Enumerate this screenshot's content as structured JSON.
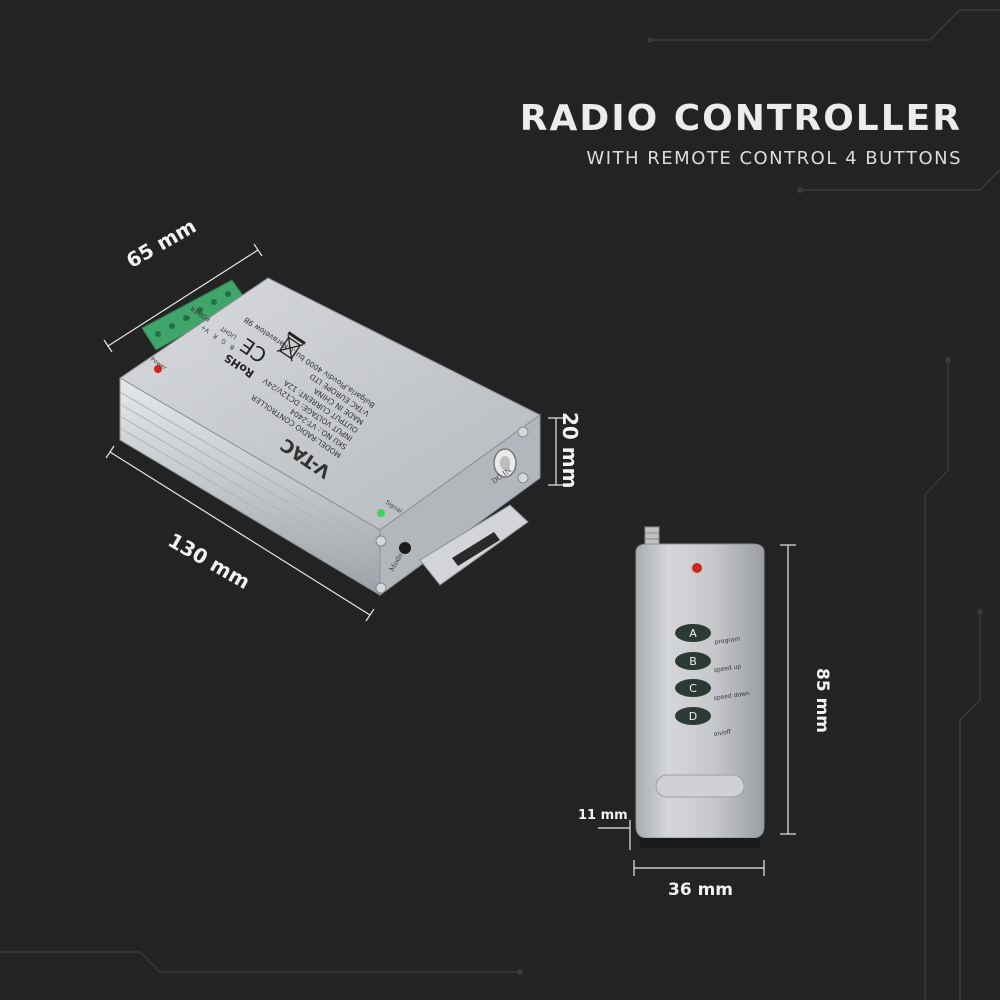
{
  "header": {
    "title": "RADIO CONTROLLER",
    "subtitle": "WITH REMOTE CONTROL 4 BUTTONS"
  },
  "controller": {
    "dimensions": {
      "width": "65 mm",
      "length": "130 mm",
      "height": "20 mm"
    },
    "brand": "V-TAC",
    "label_lines": [
      "MODEL:RADIO CONTROLLER",
      "SKU NO.: VT-2404",
      "INPUT VOLTAGE: DC12V/24V",
      "OUTPUT CURRENT: 12A",
      "MADE IN CHINA",
      "V-TAC EUROPE LTD",
      "Bulgaria,Plovdiv 4000 bul.L.Karavelow 9B"
    ],
    "cert_marks": [
      "RoHS",
      "CE"
    ],
    "terminal_labels": [
      "B",
      "G",
      "R",
      "V+",
      "-",
      "+"
    ],
    "terminal_group_labels": [
      "LIGHT",
      "POWER"
    ],
    "port_label": "DC IN",
    "mode_label": "Mode",
    "signal_label": "Signal",
    "power_label": "Power"
  },
  "remote": {
    "dimensions": {
      "height": "85 mm",
      "width": "36 mm",
      "depth": "11 mm"
    },
    "buttons": [
      {
        "letter": "A",
        "label": "program"
      },
      {
        "letter": "B",
        "label": "speed up"
      },
      {
        "letter": "C",
        "label": "speed down"
      },
      {
        "letter": "D",
        "label": "on/off"
      }
    ]
  },
  "colors": {
    "background": "#232323",
    "text": "#f2f2f2",
    "aluminium": "#c9ccd0",
    "terminal": "#3fa56a",
    "button": "#2b3a32",
    "led_red": "#d3231c",
    "led_green": "#3cd45a"
  }
}
